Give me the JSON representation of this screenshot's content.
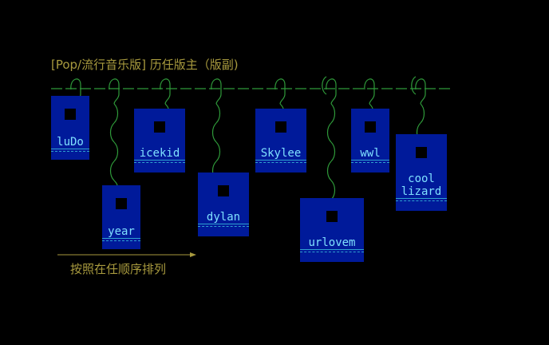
{
  "title": "[Pop/流行音乐版] 历任版主（版副)",
  "caption": "按照在任顺序排列",
  "colors": {
    "background": "#000000",
    "card": "#001a9a",
    "name_text": "#7fe0ff",
    "rope": "#2f9a3a",
    "title_text": "#a89a3e"
  },
  "moderators": [
    {
      "name": "luDo"
    },
    {
      "name": "year"
    },
    {
      "name": "icekid"
    },
    {
      "name": "dylan"
    },
    {
      "name": "Skylee"
    },
    {
      "name": "urlovem"
    },
    {
      "name": "wwl"
    },
    {
      "name": "cool\nlizard"
    }
  ]
}
